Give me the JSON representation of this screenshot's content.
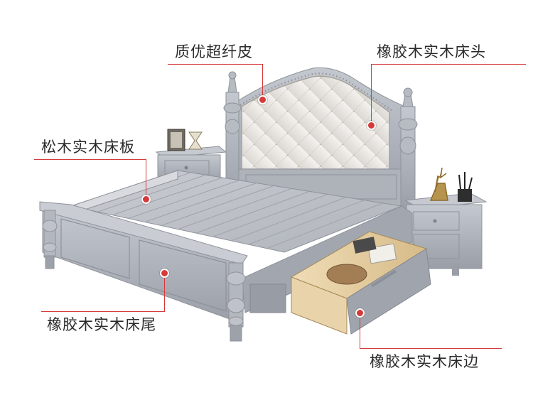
{
  "callouts": {
    "leather": "质优超纤皮",
    "headboard": "橡胶木实木床头",
    "slats": "松木实木床板",
    "footboard": "橡胶木实木床尾",
    "siderail": "橡胶木实木床边"
  },
  "colors": {
    "bed_frame": "#a9adb5",
    "leather": "#ece9e6",
    "drawer_wood": "#e6cfa5",
    "accent_red": "#d63a3a"
  }
}
